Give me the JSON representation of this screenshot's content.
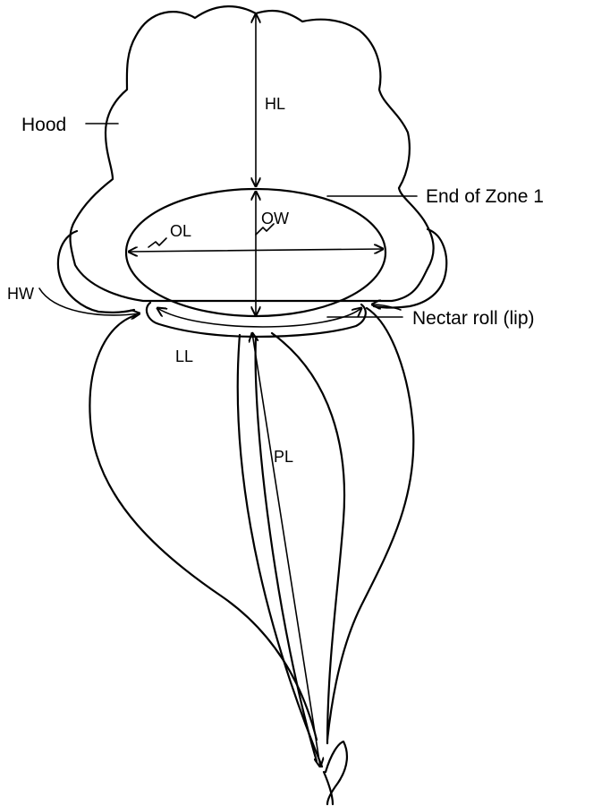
{
  "labels": {
    "hood": "Hood",
    "hl": "HL",
    "end_of_zone": "End of Zone 1",
    "ow": "OW",
    "ol": "OL",
    "hw": "HW",
    "nectar_roll": "Nectar roll (lip)",
    "ll": "LL",
    "pl": "PL"
  }
}
